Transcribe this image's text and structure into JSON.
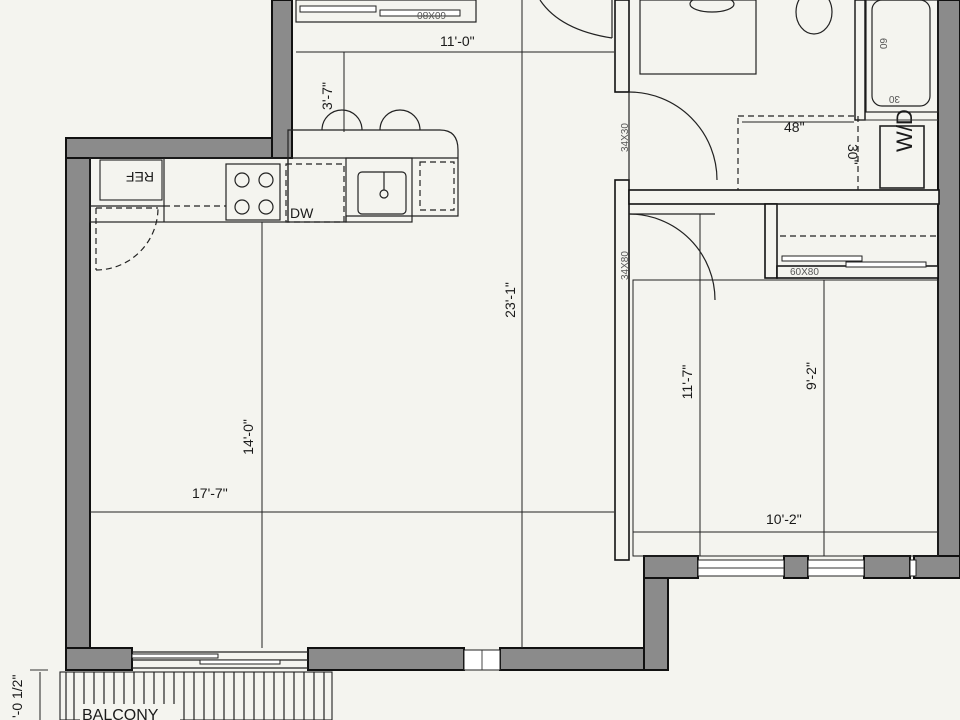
{
  "plan": {
    "dims": {
      "kitchen_width": "11'-0\"",
      "kitchen_depth": "3'-7\"",
      "overall_depth": "23'-1\"",
      "living_depth": "14'-0\"",
      "living_width": "17'-7\"",
      "bedroom_depth": "11'-7\"",
      "bedroom_depth_2": "9'-2\"",
      "bedroom_width": "10'-2\"",
      "laundry_width": "48\"",
      "laundry_depth": "30\"",
      "tub_length": "60",
      "tub_width": "30",
      "balcony_dim": "'-0 1/2\""
    },
    "labels": {
      "ref": "REF",
      "dw": "DW",
      "wd": "W/D",
      "balcony": "BALCONY"
    },
    "tags": {
      "closet_door_top": "60X80",
      "bath_door": "34X30",
      "bed_door": "34X80",
      "bed_closet_door": "60X80"
    }
  }
}
